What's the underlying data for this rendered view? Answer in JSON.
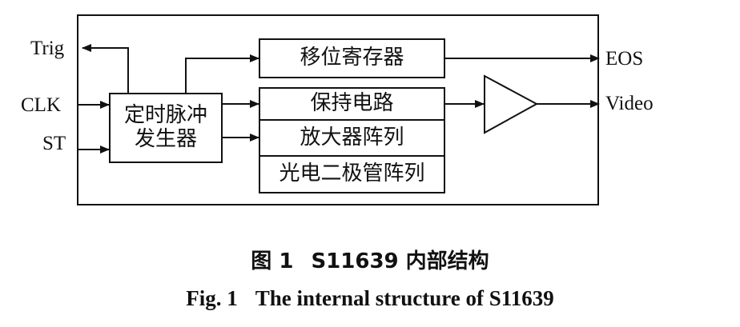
{
  "diagram": {
    "inputs": {
      "trig": "Trig",
      "clk": "CLK",
      "st": "ST"
    },
    "outputs": {
      "eos": "EOS",
      "video": "Video"
    },
    "blocks": {
      "timing_generator": [
        "定时脉冲",
        "发生器"
      ],
      "shift_register": "移位寄存器",
      "hold_circuit": "保持电路",
      "amplifier_array": "放大器阵列",
      "photodiode_array": "光电二极管阵列"
    }
  },
  "caption": {
    "zh_label": "图 1",
    "zh_title": "S11639 内部结构",
    "en_label": "Fig. 1",
    "en_title": "The internal structure of S11639"
  }
}
